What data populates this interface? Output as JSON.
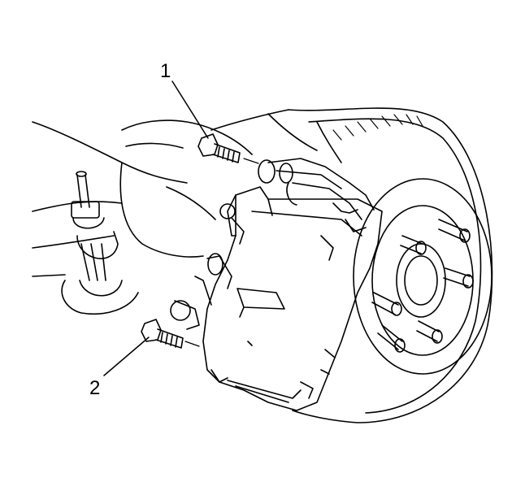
{
  "callouts": [
    {
      "id": "1",
      "label": "1"
    },
    {
      "id": "2",
      "label": "2"
    }
  ],
  "colors": {
    "stroke": "#000000",
    "background": "#ffffff"
  }
}
